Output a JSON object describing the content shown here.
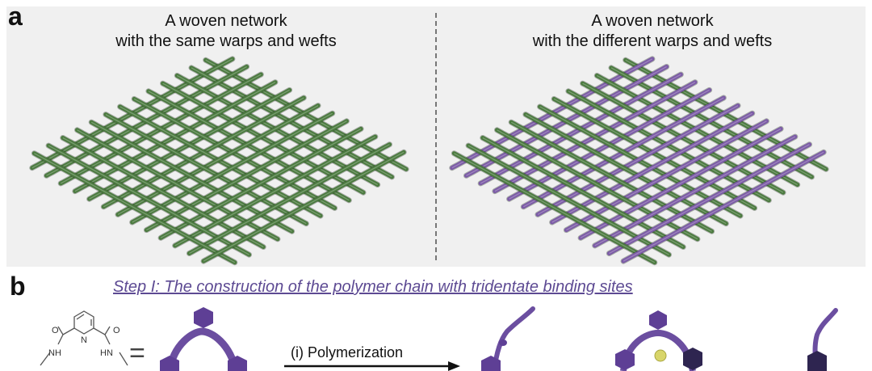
{
  "panel_a": {
    "letter": "a",
    "left_title_line1": "A woven network",
    "left_title_line2": "with the same warps and wefts",
    "right_title_line1": "A woven network",
    "right_title_line2": "with the different warps and wefts"
  },
  "panel_b": {
    "letter": "b",
    "step_title": "Step I: The construction of the polymer chain with tridentate binding sites",
    "arrow_label": "(i)  Polymerization",
    "molecule_atoms": [
      "O",
      "NH",
      "N",
      "HN",
      "O"
    ],
    "equals_sign": "="
  },
  "colors": {
    "green": "#4a7a3e",
    "purple": "#7b5aa6",
    "background_panel": "#f0f0f0",
    "title_purple": "#5d4a93"
  }
}
